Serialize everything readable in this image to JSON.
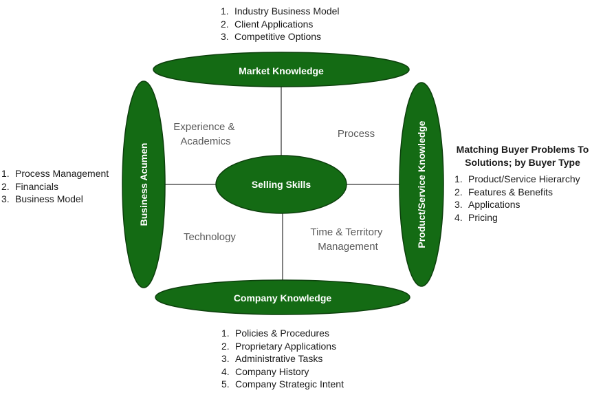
{
  "ovals": {
    "top": "Market Knowledge",
    "bottom": "Company Knowledge",
    "left": "Business Acumen",
    "right": "Product/Service Knowledge",
    "center": "Selling Skills"
  },
  "quadrants": {
    "top_left": [
      "Experience &",
      "Academics"
    ],
    "top_right": [
      "Process"
    ],
    "bottom_left": [
      "Technology"
    ],
    "bottom_right": [
      "Time & Territory",
      "Management"
    ]
  },
  "lists": {
    "top": [
      {
        "num": "1.",
        "text": "Industry Business Model"
      },
      {
        "num": "2.",
        "text": "Client Applications"
      },
      {
        "num": "3.",
        "text": "Competitive Options"
      }
    ],
    "left": [
      {
        "num": "1.",
        "text": "Process Management"
      },
      {
        "num": "2.",
        "text": "Financials"
      },
      {
        "num": "3.",
        "text": "Business Model"
      }
    ],
    "right_heading": [
      "Matching Buyer Problems To",
      "Solutions; by Buyer Type"
    ],
    "right": [
      {
        "num": "1.",
        "text": "Product/Service Hierarchy"
      },
      {
        "num": "2.",
        "text": "Features & Benefits"
      },
      {
        "num": "3.",
        "text": "Applications"
      },
      {
        "num": "4.",
        "text": "Pricing"
      }
    ],
    "bottom": [
      {
        "num": "1.",
        "text": "Policies & Procedures"
      },
      {
        "num": "2.",
        "text": "Proprietary Applications"
      },
      {
        "num": "3.",
        "text": "Administrative Tasks"
      },
      {
        "num": "4.",
        "text": "Company History"
      },
      {
        "num": "5.",
        "text": "Company Strategic Intent"
      }
    ]
  },
  "colors": {
    "oval_fill": "#146b14",
    "oval_stroke": "#0c3f0c",
    "connector": "#000000"
  }
}
